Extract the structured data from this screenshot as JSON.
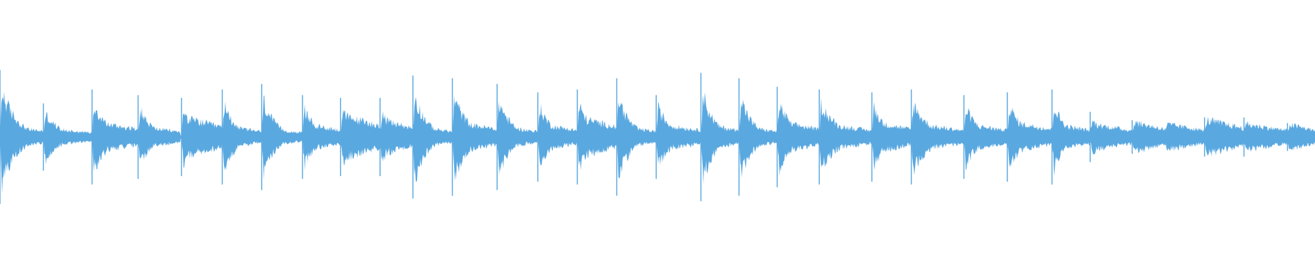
{
  "waveform": {
    "color": "#5aa8e0",
    "background": "#ffffff",
    "center_line_fraction": 0.5,
    "onsets": [
      {
        "t": 0.0,
        "amp": 0.24,
        "sustain": 0.05,
        "decay": 0.036
      },
      {
        "t": 0.033,
        "amp": 0.12,
        "sustain": 0.04,
        "decay": 0.036
      },
      {
        "t": 0.07,
        "amp": 0.17,
        "sustain": 0.07,
        "decay": 0.035
      },
      {
        "t": 0.105,
        "amp": 0.15,
        "sustain": 0.05,
        "decay": 0.03
      },
      {
        "t": 0.138,
        "amp": 0.14,
        "sustain": 0.09,
        "decay": 0.031
      },
      {
        "t": 0.169,
        "amp": 0.17,
        "sustain": 0.05,
        "decay": 0.03
      },
      {
        "t": 0.199,
        "amp": 0.19,
        "sustain": 0.04,
        "decay": 0.03
      },
      {
        "t": 0.23,
        "amp": 0.15,
        "sustain": 0.06,
        "decay": 0.03
      },
      {
        "t": 0.259,
        "amp": 0.14,
        "sustain": 0.1,
        "decay": 0.03
      },
      {
        "t": 0.289,
        "amp": 0.14,
        "sustain": 0.08,
        "decay": 0.025
      },
      {
        "t": 0.314,
        "amp": 0.22,
        "sustain": 0.05,
        "decay": 0.03
      },
      {
        "t": 0.344,
        "amp": 0.21,
        "sustain": 0.07,
        "decay": 0.034
      },
      {
        "t": 0.378,
        "amp": 0.19,
        "sustain": 0.05,
        "decay": 0.031
      },
      {
        "t": 0.409,
        "amp": 0.16,
        "sustain": 0.06,
        "decay": 0.03
      },
      {
        "t": 0.439,
        "amp": 0.17,
        "sustain": 0.09,
        "decay": 0.03
      },
      {
        "t": 0.469,
        "amp": 0.21,
        "sustain": 0.05,
        "decay": 0.03
      },
      {
        "t": 0.499,
        "amp": 0.15,
        "sustain": 0.06,
        "decay": 0.034
      },
      {
        "t": 0.533,
        "amp": 0.23,
        "sustain": 0.06,
        "decay": 0.029
      },
      {
        "t": 0.562,
        "amp": 0.21,
        "sustain": 0.05,
        "decay": 0.029
      },
      {
        "t": 0.591,
        "amp": 0.18,
        "sustain": 0.07,
        "decay": 0.032
      },
      {
        "t": 0.623,
        "amp": 0.17,
        "sustain": 0.06,
        "decay": 0.04
      },
      {
        "t": 0.663,
        "amp": 0.16,
        "sustain": 0.07,
        "decay": 0.03
      },
      {
        "t": 0.693,
        "amp": 0.17,
        "sustain": 0.06,
        "decay": 0.04
      },
      {
        "t": 0.733,
        "amp": 0.15,
        "sustain": 0.06,
        "decay": 0.033
      },
      {
        "t": 0.766,
        "amp": 0.16,
        "sustain": 0.07,
        "decay": 0.034
      },
      {
        "t": 0.8,
        "amp": 0.17,
        "sustain": 0.06,
        "decay": 0.029
      },
      {
        "t": 0.829,
        "amp": 0.09,
        "sustain": 0.06,
        "decay": 0.032
      },
      {
        "t": 0.861,
        "amp": 0.06,
        "sustain": 0.07,
        "decay": 0.025
      },
      {
        "t": 0.886,
        "amp": 0.03,
        "sustain": 0.06,
        "decay": 0.03
      },
      {
        "t": 0.916,
        "amp": 0.07,
        "sustain": 0.08,
        "decay": 0.03
      },
      {
        "t": 0.946,
        "amp": 0.07,
        "sustain": 0.06,
        "decay": 0.033
      },
      {
        "t": 0.979,
        "amp": 0.05,
        "sustain": 0.06,
        "decay": 0.021
      }
    ]
  }
}
